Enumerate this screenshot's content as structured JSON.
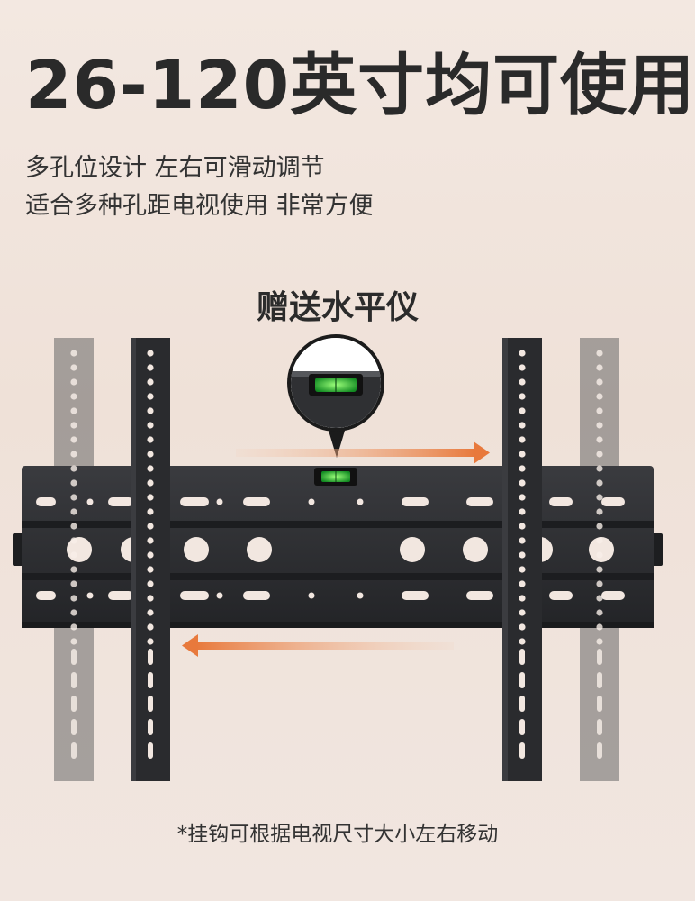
{
  "headline": "26-120英寸均可使用",
  "subtitle_line1": "多孔位设计 左右可滑动调节",
  "subtitle_line2": "适合多种孔距电视使用 非常方便",
  "gift_label": "赠送水平仪",
  "footnote": "*挂钩可根据电视尺寸大小左右移动",
  "colors": {
    "background": "#f0e4dc",
    "bracket": "#2d2e31",
    "arrow": "#e8834a",
    "level_bubble": "#3bd14a"
  },
  "icons": [
    "level-bubble-icon",
    "slide-right-arrow-icon",
    "slide-left-arrow-icon"
  ]
}
